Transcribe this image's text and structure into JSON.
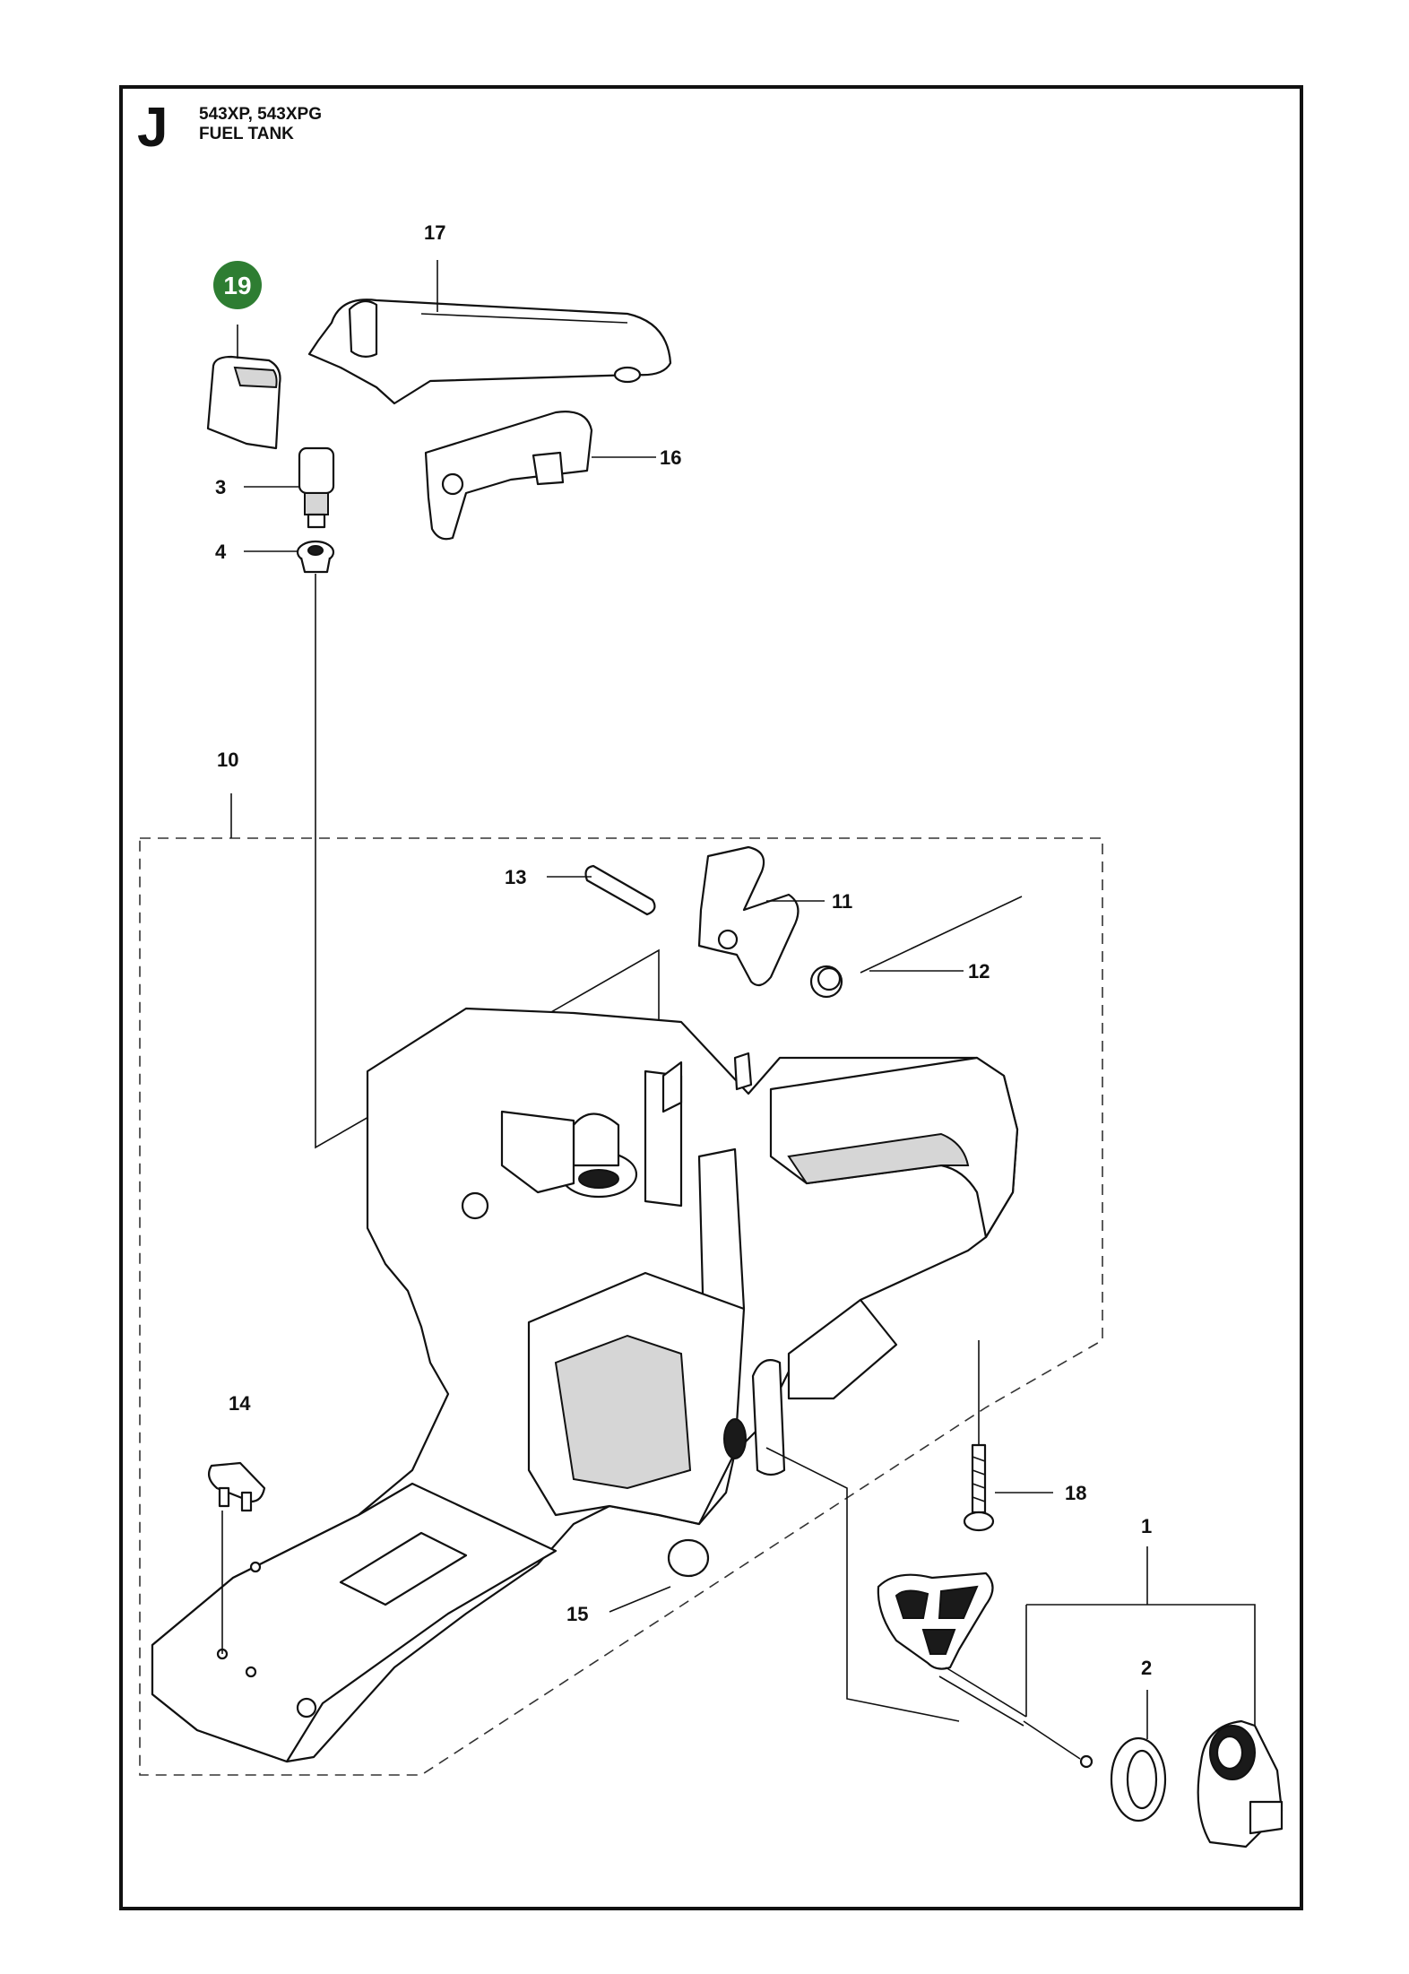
{
  "header": {
    "section_letter": "J",
    "models": "543XP, 543XPG",
    "title": "FUEL TANK"
  },
  "badge": {
    "label": "19",
    "color": "#2e7d32"
  },
  "callouts": [
    {
      "id": "1",
      "label": "1"
    },
    {
      "id": "2",
      "label": "2"
    },
    {
      "id": "3",
      "label": "3"
    },
    {
      "id": "4",
      "label": "4"
    },
    {
      "id": "10",
      "label": "10"
    },
    {
      "id": "11",
      "label": "11"
    },
    {
      "id": "12",
      "label": "12"
    },
    {
      "id": "13",
      "label": "13"
    },
    {
      "id": "14",
      "label": "14"
    },
    {
      "id": "15",
      "label": "15"
    },
    {
      "id": "16",
      "label": "16"
    },
    {
      "id": "17",
      "label": "17"
    },
    {
      "id": "18",
      "label": "18"
    }
  ]
}
